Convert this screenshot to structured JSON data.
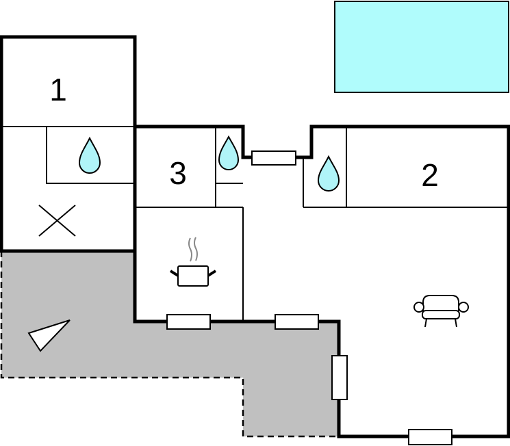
{
  "plan": {
    "rooms": [
      {
        "id": "room-1",
        "label": "1"
      },
      {
        "id": "room-2",
        "label": "2"
      },
      {
        "id": "room-3",
        "label": "3"
      }
    ],
    "colors": {
      "pool": "#b0fcfc",
      "terrace": "#c0c0c0",
      "water": "#b0f4f8",
      "wall": "#000000"
    },
    "icons": [
      "water-drop-icon",
      "cross-icon",
      "cooking-pot-icon",
      "armchair-icon",
      "direction-triangle-icon"
    ]
  }
}
